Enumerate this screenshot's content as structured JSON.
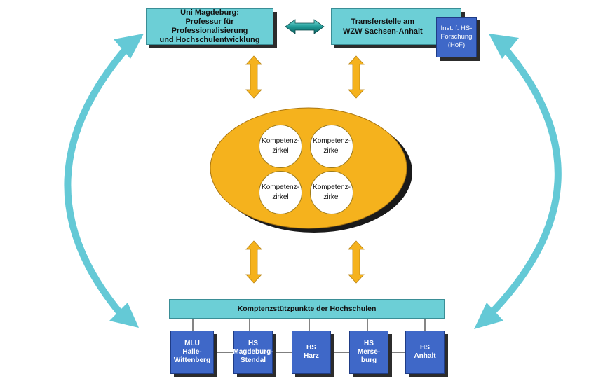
{
  "top_left": {
    "text": "Uni Magdeburg:\nProfessur für Professionalisierung\nund Hochschulentwicklung"
  },
  "top_right": {
    "text": "Transferstelle am\nWZW Sachsen-Anhalt"
  },
  "hof_box": {
    "text": "Inst. f. HS-\nForschung\n(HoF)"
  },
  "center": {
    "circles": [
      {
        "text": "Kompetenz-\nzirkel"
      },
      {
        "text": "Kompetenz-\nzirkel"
      },
      {
        "text": "Kompetenz-\nzirkel"
      },
      {
        "text": "Kompetenz-\nzirkel"
      }
    ]
  },
  "bottom": {
    "header": "Komptenzstützpunkte der Hochschulen",
    "units": [
      {
        "text": "MLU\nHalle-\nWittenberg"
      },
      {
        "text": "HS\nMagdeburg-\nStendal"
      },
      {
        "text": "HS\nHarz"
      },
      {
        "text": "HS\nMerse-\nburg"
      },
      {
        "text": "HS\nAnhalt"
      }
    ]
  },
  "colors": {
    "cyan_box": "#6ccfd6",
    "blue_box": "#3f68c8",
    "ellipse": "#f5b21d",
    "arrow_orange": "#f5b21d",
    "arrow_cyan": "#64c9d6",
    "teal_arrow": "#1f9a97"
  }
}
